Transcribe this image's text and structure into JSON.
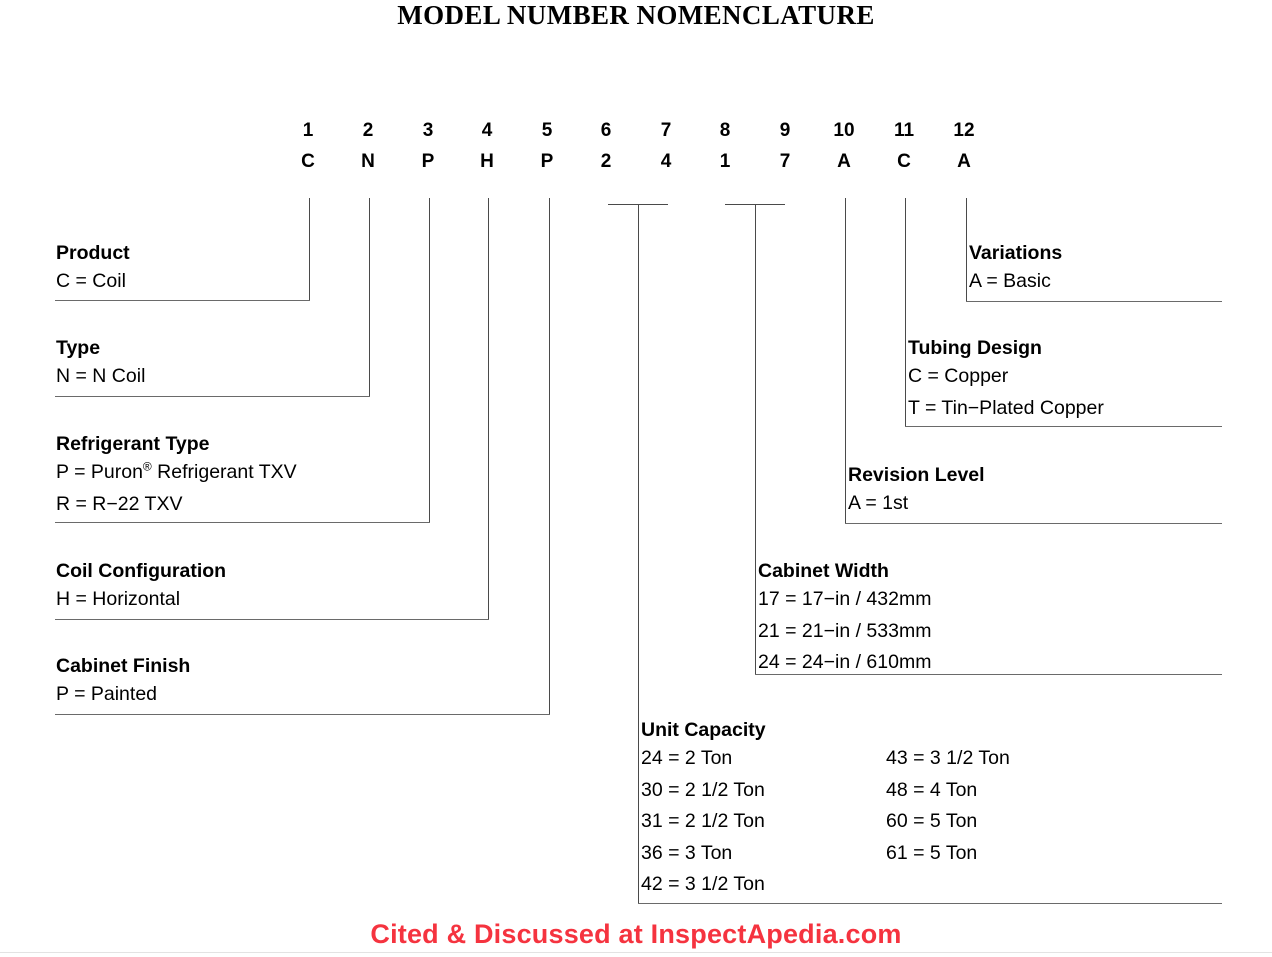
{
  "title": "MODEL NUMBER NOMENCLATURE",
  "model_number": {
    "positions": [
      "1",
      "2",
      "3",
      "4",
      "5",
      "6",
      "7",
      "8",
      "9",
      "10",
      "11",
      "12"
    ],
    "characters": [
      "C",
      "N",
      "P",
      "H",
      "P",
      "2",
      "4",
      "1",
      "7",
      "A",
      "C",
      "A"
    ],
    "full_code": "CNPHP2417ACA"
  },
  "left_blocks": [
    {
      "title": "Product",
      "positions": "1",
      "lines": [
        "C = Coil"
      ]
    },
    {
      "title": "Type",
      "positions": "2",
      "lines": [
        "N = N Coil"
      ]
    },
    {
      "title": "Refrigerant Type",
      "positions": "3",
      "lines": [
        "P = Puron®   Refrigerant TXV",
        "R = R−22 TXV"
      ]
    },
    {
      "title": "Coil Configuration",
      "positions": "4",
      "lines": [
        "H = Horizontal"
      ]
    },
    {
      "title": "Cabinet Finish",
      "positions": "5",
      "lines": [
        "P = Painted"
      ]
    }
  ],
  "right_blocks": [
    {
      "title": "Variations",
      "positions": "12",
      "lines": [
        "A = Basic"
      ]
    },
    {
      "title": "Tubing Design",
      "positions": "11",
      "lines": [
        "C = Copper",
        "T = Tin−Plated Copper"
      ]
    },
    {
      "title": "Revision Level",
      "positions": "10",
      "lines": [
        "A = 1st"
      ]
    },
    {
      "title": "Cabinet Width",
      "positions": "8,9",
      "lines": [
        "17 = 17−in / 432mm",
        "21 = 21−in / 533mm",
        "24 = 24−in / 610mm"
      ]
    }
  ],
  "unit_capacity": {
    "title": "Unit Capacity",
    "positions": "6,7",
    "column_left": [
      "24 = 2 Ton",
      "30 = 2 1/2 Ton",
      "31 = 2 1/2 Ton",
      "36 = 3 Ton",
      "42 = 3 1/2 Ton"
    ],
    "column_right": [
      "43 = 3 1/2 Ton",
      "48 = 4 Ton",
      "60 = 5 Ton",
      "61 = 5 Ton",
      ""
    ]
  },
  "footer": {
    "text": "Cited & Discussed at  InspectApedia.com",
    "color": "#f5333f"
  },
  "colors": {
    "line": "#4a4a4a",
    "rule": "#6a6a6a",
    "text": "#000000",
    "background": "#ffffff"
  }
}
